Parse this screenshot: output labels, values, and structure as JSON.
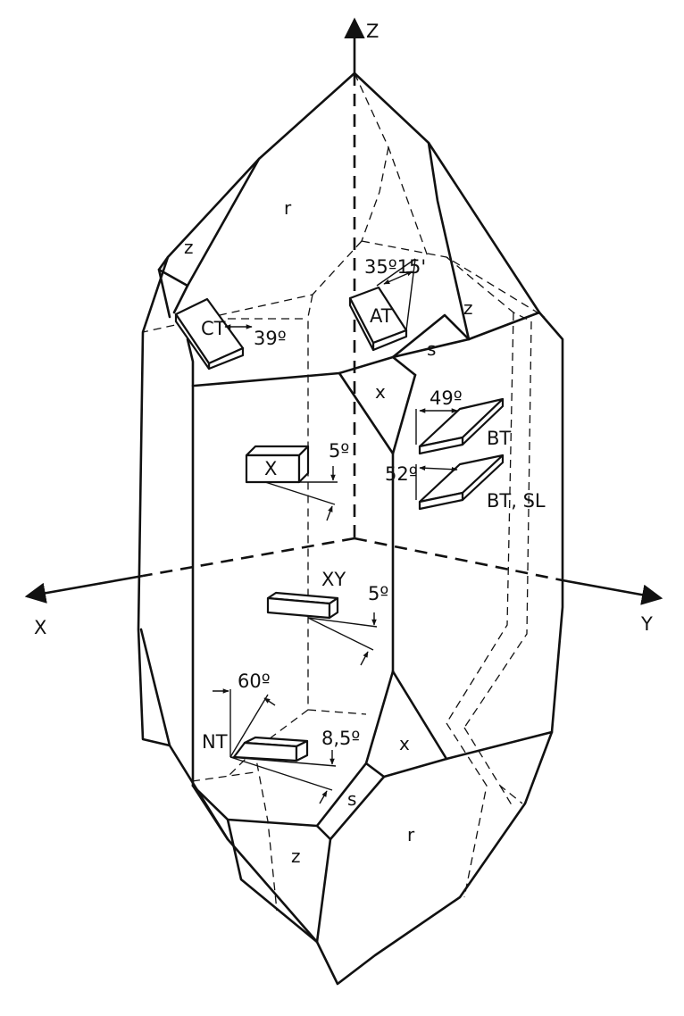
{
  "axes": {
    "x": "X",
    "y": "Y",
    "z": "Z"
  },
  "faces": {
    "r_top": "r",
    "z_top_left": "z",
    "z_top_right": "z",
    "s_top": "s",
    "x_top": "x",
    "x_bottom": "x",
    "s_bottom": "s",
    "r_bottom": "r",
    "z_bottom": "z"
  },
  "cuts": {
    "ct": {
      "name": "CT",
      "angle": "39º"
    },
    "at": {
      "name": "AT",
      "angle": "35º15'"
    },
    "bt": {
      "name": "BT",
      "angle": "49º"
    },
    "bt_sl": {
      "name": "BT, SL",
      "angle": "52º"
    },
    "x": {
      "name": "X",
      "angle": "5º"
    },
    "xy": {
      "name": "XY",
      "angle": "5º"
    },
    "nt": {
      "name": "NT",
      "angle_top": "60º",
      "angle_side": "8,5º"
    }
  }
}
